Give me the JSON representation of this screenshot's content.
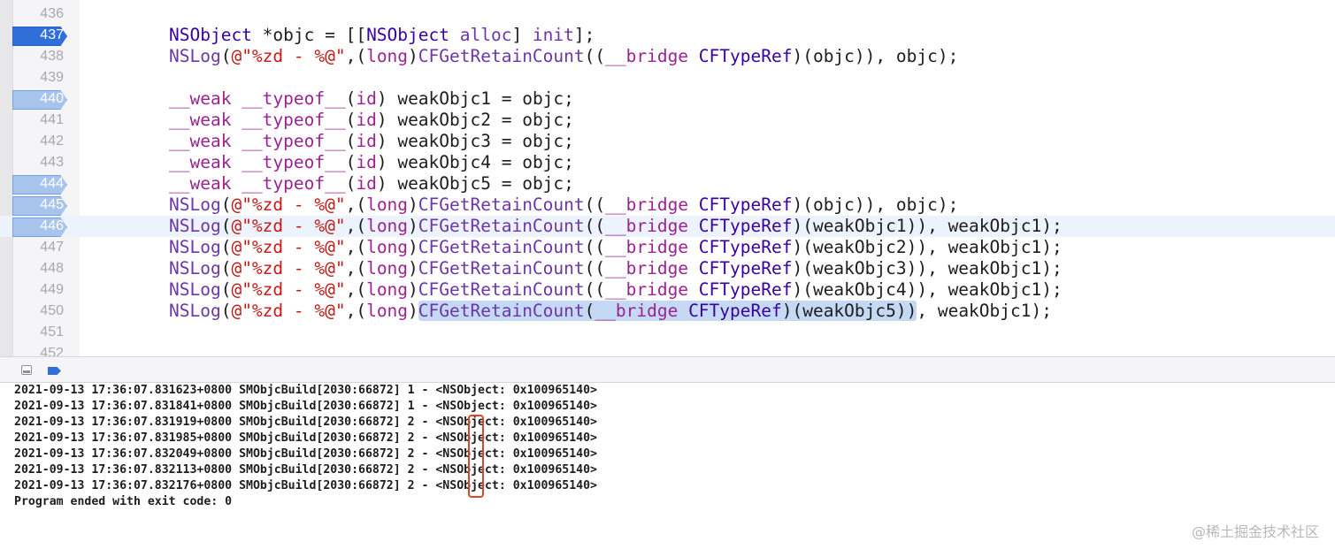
{
  "editor": {
    "current_line": "446",
    "lines": [
      {
        "num": "436",
        "bp": "",
        "tokens": []
      },
      {
        "num": "437",
        "bp": "active",
        "tokens": [
          [
            "cls",
            "NSObject"
          ],
          [
            "p",
            " *objc = [["
          ],
          [
            "cls",
            "NSObject"
          ],
          [
            "p",
            " "
          ],
          [
            "fn",
            "alloc"
          ],
          [
            "p",
            "] "
          ],
          [
            "fn",
            "init"
          ],
          [
            "p",
            "];"
          ]
        ]
      },
      {
        "num": "438",
        "bp": "",
        "tokens": [
          [
            "fn",
            "NSLog"
          ],
          [
            "p",
            "("
          ],
          [
            "str",
            "@\"%zd - %@\""
          ],
          [
            "p",
            ",("
          ],
          [
            "kw",
            "long"
          ],
          [
            "p",
            ")"
          ],
          [
            "fn",
            "CFGetRetainCount"
          ],
          [
            "p",
            "(("
          ],
          [
            "kw",
            "__bridge"
          ],
          [
            "p",
            " "
          ],
          [
            "cls",
            "CFTypeRef"
          ],
          [
            "p",
            ")(objc)), objc);"
          ]
        ]
      },
      {
        "num": "439",
        "bp": "",
        "tokens": []
      },
      {
        "num": "440",
        "bp": "inactive",
        "tokens": [
          [
            "kw",
            "__weak"
          ],
          [
            "p",
            " "
          ],
          [
            "kw",
            "__typeof__"
          ],
          [
            "p",
            "("
          ],
          [
            "kw",
            "id"
          ],
          [
            "p",
            ") weakObjc1 = objc;"
          ]
        ]
      },
      {
        "num": "441",
        "bp": "",
        "tokens": [
          [
            "kw",
            "__weak"
          ],
          [
            "p",
            " "
          ],
          [
            "kw",
            "__typeof__"
          ],
          [
            "p",
            "("
          ],
          [
            "kw",
            "id"
          ],
          [
            "p",
            ") weakObjc2 = objc;"
          ]
        ]
      },
      {
        "num": "442",
        "bp": "",
        "tokens": [
          [
            "kw",
            "__weak"
          ],
          [
            "p",
            " "
          ],
          [
            "kw",
            "__typeof__"
          ],
          [
            "p",
            "("
          ],
          [
            "kw",
            "id"
          ],
          [
            "p",
            ") weakObjc3 = objc;"
          ]
        ]
      },
      {
        "num": "443",
        "bp": "",
        "tokens": [
          [
            "kw",
            "__weak"
          ],
          [
            "p",
            " "
          ],
          [
            "kw",
            "__typeof__"
          ],
          [
            "p",
            "("
          ],
          [
            "kw",
            "id"
          ],
          [
            "p",
            ") weakObjc4 = objc;"
          ]
        ]
      },
      {
        "num": "444",
        "bp": "inactive",
        "tokens": [
          [
            "kw",
            "__weak"
          ],
          [
            "p",
            " "
          ],
          [
            "kw",
            "__typeof__"
          ],
          [
            "p",
            "("
          ],
          [
            "kw",
            "id"
          ],
          [
            "p",
            ") weakObjc5 = objc;"
          ]
        ]
      },
      {
        "num": "445",
        "bp": "inactive",
        "tokens": [
          [
            "fn",
            "NSLog"
          ],
          [
            "p",
            "("
          ],
          [
            "str",
            "@\"%zd - %@\""
          ],
          [
            "p",
            ",("
          ],
          [
            "kw",
            "long"
          ],
          [
            "p",
            ")"
          ],
          [
            "fn",
            "CFGetRetainCount"
          ],
          [
            "p",
            "(("
          ],
          [
            "kw",
            "__bridge"
          ],
          [
            "p",
            " "
          ],
          [
            "cls",
            "CFTypeRef"
          ],
          [
            "p",
            ")(objc)), objc);"
          ]
        ]
      },
      {
        "num": "446",
        "bp": "inactive",
        "tokens": [
          [
            "fn",
            "NSLog"
          ],
          [
            "p",
            "("
          ],
          [
            "str",
            "@\"%zd - %@\""
          ],
          [
            "p",
            ",("
          ],
          [
            "kw",
            "long"
          ],
          [
            "p",
            ")"
          ],
          [
            "fn",
            "CFGetRetainCount"
          ],
          [
            "p",
            "(("
          ],
          [
            "kw",
            "__bridge"
          ],
          [
            "p",
            " "
          ],
          [
            "cls",
            "CFTypeRef"
          ],
          [
            "p",
            ")(weakObjc1)), weakObjc1);"
          ]
        ]
      },
      {
        "num": "447",
        "bp": "",
        "tokens": [
          [
            "fn",
            "NSLog"
          ],
          [
            "p",
            "("
          ],
          [
            "str",
            "@\"%zd - %@\""
          ],
          [
            "p",
            ",("
          ],
          [
            "kw",
            "long"
          ],
          [
            "p",
            ")"
          ],
          [
            "fn",
            "CFGetRetainCount"
          ],
          [
            "p",
            "(("
          ],
          [
            "kw",
            "__bridge"
          ],
          [
            "p",
            " "
          ],
          [
            "cls",
            "CFTypeRef"
          ],
          [
            "p",
            ")(weakObjc2)), weakObjc1);"
          ]
        ]
      },
      {
        "num": "448",
        "bp": "",
        "tokens": [
          [
            "fn",
            "NSLog"
          ],
          [
            "p",
            "("
          ],
          [
            "str",
            "@\"%zd - %@\""
          ],
          [
            "p",
            ",("
          ],
          [
            "kw",
            "long"
          ],
          [
            "p",
            ")"
          ],
          [
            "fn",
            "CFGetRetainCount"
          ],
          [
            "p",
            "(("
          ],
          [
            "kw",
            "__bridge"
          ],
          [
            "p",
            " "
          ],
          [
            "cls",
            "CFTypeRef"
          ],
          [
            "p",
            ")(weakObjc3)), weakObjc1);"
          ]
        ]
      },
      {
        "num": "449",
        "bp": "",
        "tokens": [
          [
            "fn",
            "NSLog"
          ],
          [
            "p",
            "("
          ],
          [
            "str",
            "@\"%zd - %@\""
          ],
          [
            "p",
            ",("
          ],
          [
            "kw",
            "long"
          ],
          [
            "p",
            ")"
          ],
          [
            "fn",
            "CFGetRetainCount"
          ],
          [
            "p",
            "(("
          ],
          [
            "kw",
            "__bridge"
          ],
          [
            "p",
            " "
          ],
          [
            "cls",
            "CFTypeRef"
          ],
          [
            "p",
            ")(weakObjc4)), weakObjc1);"
          ]
        ]
      },
      {
        "num": "450",
        "bp": "",
        "tokens": [
          [
            "fn",
            "NSLog"
          ],
          [
            "p",
            "("
          ],
          [
            "str",
            "@\"%zd - %@\""
          ],
          [
            "p",
            ",("
          ],
          [
            "kw",
            "long"
          ],
          [
            "p",
            ")"
          ],
          [
            "fnsel",
            "CFGetRetainCount"
          ],
          [
            "psel",
            "("
          ],
          [
            "kwsel",
            "__bridge"
          ],
          [
            "psel",
            " "
          ],
          [
            "clssel",
            "CFTypeRef"
          ],
          [
            "psel",
            ")(weakObjc5))"
          ],
          [
            "p",
            ", weakObjc1);"
          ]
        ]
      },
      {
        "num": "451",
        "bp": "",
        "tokens": []
      },
      {
        "num": "452",
        "bp": "",
        "tokens": []
      }
    ]
  },
  "debug_bar": {
    "toggle_console_icon": "panel-toggle-icon",
    "breakpoints_icon": "breakpoint-icon"
  },
  "console": {
    "lines": [
      "2021-09-13 17:36:07.831623+0800 SMObjcBuild[2030:66872] 1 - <NSObject: 0x100965140>",
      "2021-09-13 17:36:07.831841+0800 SMObjcBuild[2030:66872] 1 - <NSObject: 0x100965140>",
      "2021-09-13 17:36:07.831919+0800 SMObjcBuild[2030:66872] 2 - <NSObject: 0x100965140>",
      "2021-09-13 17:36:07.831985+0800 SMObjcBuild[2030:66872] 2 - <NSObject: 0x100965140>",
      "2021-09-13 17:36:07.832049+0800 SMObjcBuild[2030:66872] 2 - <NSObject: 0x100965140>",
      "2021-09-13 17:36:07.832113+0800 SMObjcBuild[2030:66872] 2 - <NSObject: 0x100965140>",
      "2021-09-13 17:36:07.832176+0800 SMObjcBuild[2030:66872] 2 - <NSObject: 0x100965140>",
      "Program ended with exit code: 0"
    ]
  },
  "watermark": "@稀土掘金技术社区",
  "colors": {
    "keyword": "#9b2393",
    "class": "#3900a0",
    "function": "#6c36a9",
    "string": "#c41a16",
    "breakpoint_active": "#2f6fd7",
    "breakpoint_inactive": "#a6c4ec",
    "highlight_box": "#d9472b"
  }
}
